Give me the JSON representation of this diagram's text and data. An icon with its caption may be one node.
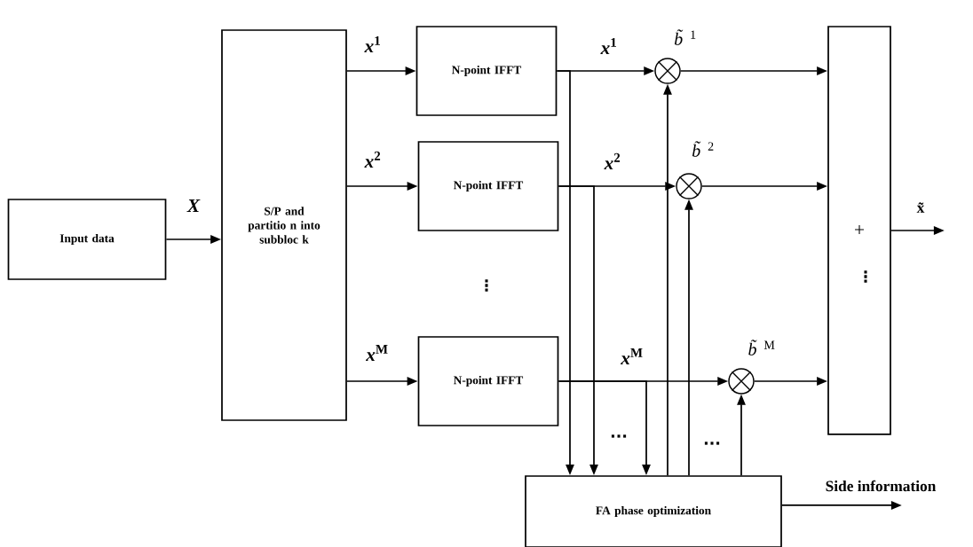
{
  "diagram": {
    "nodes": [
      {
        "text": [
          "Input data"
        ]
      },
      {
        "text": [
          "S/P and partitio n into subbloc k"
        ]
      },
      {
        "text": [
          "N-point IFFT"
        ]
      },
      {
        "text": [
          "N-point IFFT"
        ]
      },
      {
        "text": [
          "N-point IFFT"
        ]
      },
      {
        "text": [],
        "shape": "circle",
        "beside": [
          "*b̃*$^{1}$"
        ]
      },
      {
        "text": [],
        "shape": "circle",
        "beside": [
          "*b̃*$^{2}$"
        ]
      },
      {
        "text": [],
        "shape": "circle",
        "beside": [
          "*b̃*$^{M}$"
        ]
      },
      {
        "text": [
          "+"
        ]
      },
      {
        "text": [
          "FA phase optimization"
        ]
      }
    ],
    "edges": [
      {
        "from": 0,
        "to": 1,
        "arrow": "to",
        "label": "X"
      },
      {
        "from": 1,
        "to": 2,
        "arrow": "to",
        "label": "*x*$^{1}$"
      },
      {
        "from": 1,
        "to": 3,
        "arrow": "to",
        "label": "*x*$^{2}$"
      },
      {
        "from": 1,
        "to": 4,
        "arrow": "to",
        "label": "*x*$^{M}$"
      },
      {
        "from": 2,
        "to": 5,
        "arrow": "to",
        "label": "*x*$^{1}$"
      },
      {
        "from": 3,
        "to": 6,
        "arrow": "to",
        "label": "*x*$^{2}$"
      },
      {
        "from": 4,
        "to": 7,
        "arrow": "to",
        "label": "*x*$^{M}$"
      },
      {
        "from": 5,
        "to": 8,
        "arrow": "to"
      },
      {
        "from": 6,
        "to": 8,
        "arrow": "to"
      },
      {
        "from": 7,
        "to": 8,
        "arrow": "to"
      },
      {
        "from": 8,
        "to": null,
        "arrow": "to",
        "label": "x̃"
      },
      {
        "from": 2,
        "to": 9,
        "arrow": "to"
      },
      {
        "from": 3,
        "to": 9,
        "arrow": "to"
      },
      {
        "from": 4,
        "to": 9,
        "arrow": "to"
      },
      {
        "from": 9,
        "to": 5,
        "arrow": "to"
      },
      {
        "from": 9,
        "to": 6,
        "arrow": "to"
      },
      {
        "from": 9,
        "to": 7,
        "arrow": "to"
      },
      {
        "from": 9,
        "to": null,
        "arrow": "to",
        "label": "Side information"
      }
    ],
    "labels": [
      "⋮",
      "⋮",
      "...",
      "..."
    ]
  }
}
